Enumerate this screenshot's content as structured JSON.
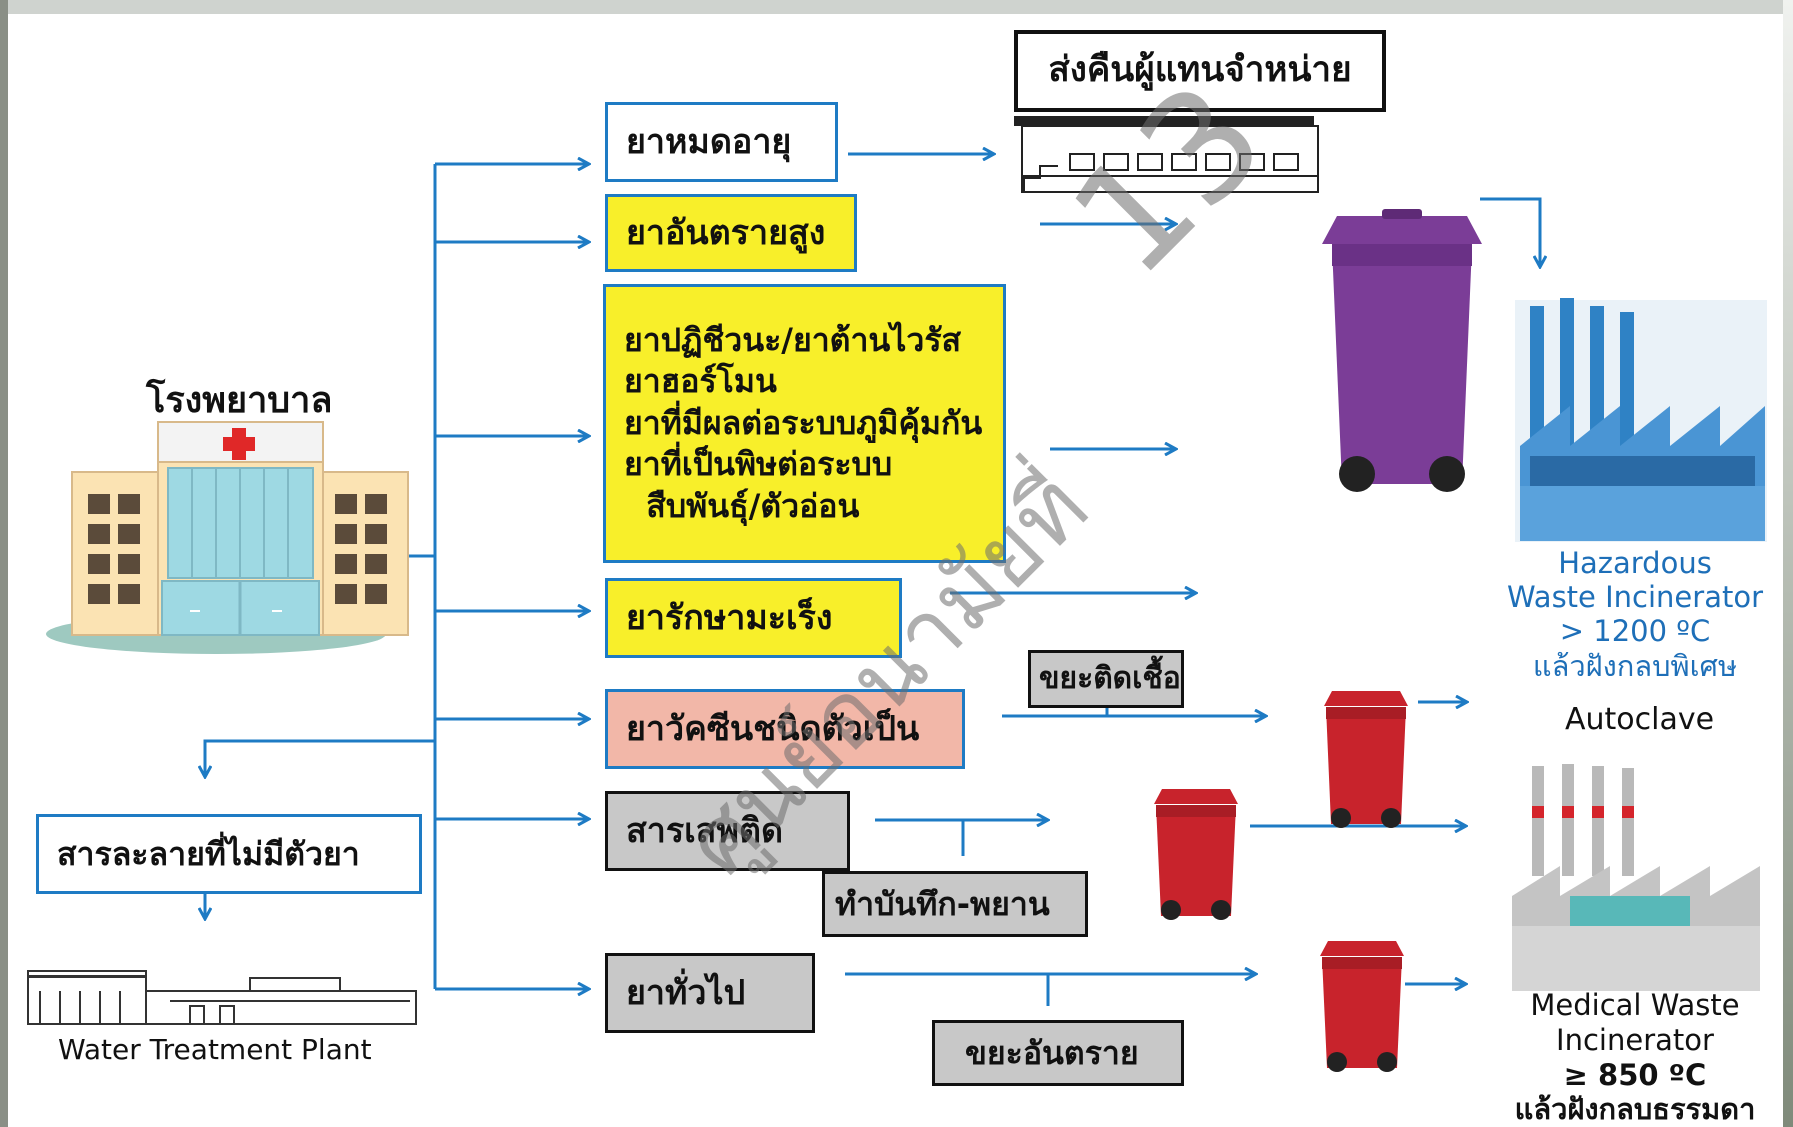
{
  "source": {
    "label": "โรงพยาบาล",
    "icon": "hospital-icon"
  },
  "categories": [
    {
      "id": "expired",
      "label_lines": [
        "ยาหมดอายุ"
      ],
      "fill": "#ffffff"
    },
    {
      "id": "high-risk",
      "label_lines": [
        "ยาอันตรายสูง"
      ],
      "fill": "#f8ef2a"
    },
    {
      "id": "special",
      "label_lines": [
        "ยาปฏิชีวนะ/ยาต้านไวรัส",
        "ยาฮอร์โมน",
        "ยาที่มีผลต่อระบบภูมิคุ้มกัน",
        "ยาที่เป็นพิษต่อระบบ",
        "  สืบพันธุ์/ตัวอ่อน"
      ],
      "fill": "#f8ef2a"
    },
    {
      "id": "cancer",
      "label_lines": [
        "ยารักษามะเร็ง"
      ],
      "fill": "#f8ef2a"
    },
    {
      "id": "live-vaccine",
      "label_lines": [
        "ยาวัคซีนชนิดตัวเป็น"
      ],
      "fill": "#f2b7a8"
    },
    {
      "id": "narcotic",
      "label_lines": [
        "สารเสพติด"
      ],
      "fill": "#c8c8c8"
    },
    {
      "id": "general",
      "label_lines": [
        "ยาทั่วไป"
      ],
      "fill": "#c8c8c8"
    }
  ],
  "solvent": {
    "label": "สารละลายที่ไม่มีตัวยา",
    "destination": "Water Treatment Plant",
    "icon": "water-treatment-plant-icon"
  },
  "return_to_distributor": {
    "label": "ส่งคืนผู้แทนจำหน่าย",
    "icon": "distributor-building-icon"
  },
  "notes": {
    "infectious_waste": "ขยะติดเชื้อ",
    "record_witness": "ทำบันทึก-พยาน",
    "hazardous_waste": "ขยะอันตราย"
  },
  "bins": {
    "purple": {
      "color": "#7b3d97",
      "icon": "purple-wheelie-bin-icon"
    },
    "red": {
      "color": "#c8232c",
      "icon": "red-wheelie-bin-icon"
    }
  },
  "destinations": {
    "hazardous": {
      "lines": [
        "Hazardous",
        "Waste Incinerator",
        "> 1200 ºC",
        "แล้วฝังกลบพิเศษ"
      ],
      "icon": "hazardous-incinerator-factory-icon"
    },
    "autoclave": {
      "label": "Autoclave"
    },
    "medical": {
      "lines": [
        "Medical Waste",
        "Incinerator",
        "≥ 850 ºC",
        "แล้วฝังกลบธรรมดา"
      ],
      "icon": "medical-incinerator-factory-icon"
    }
  },
  "watermark": {
    "text_number": "13",
    "text_main": "ศูนย์อนามัยที่"
  },
  "colors": {
    "arrow": "#1e7bc4",
    "box_border": "#1e7bc4"
  }
}
